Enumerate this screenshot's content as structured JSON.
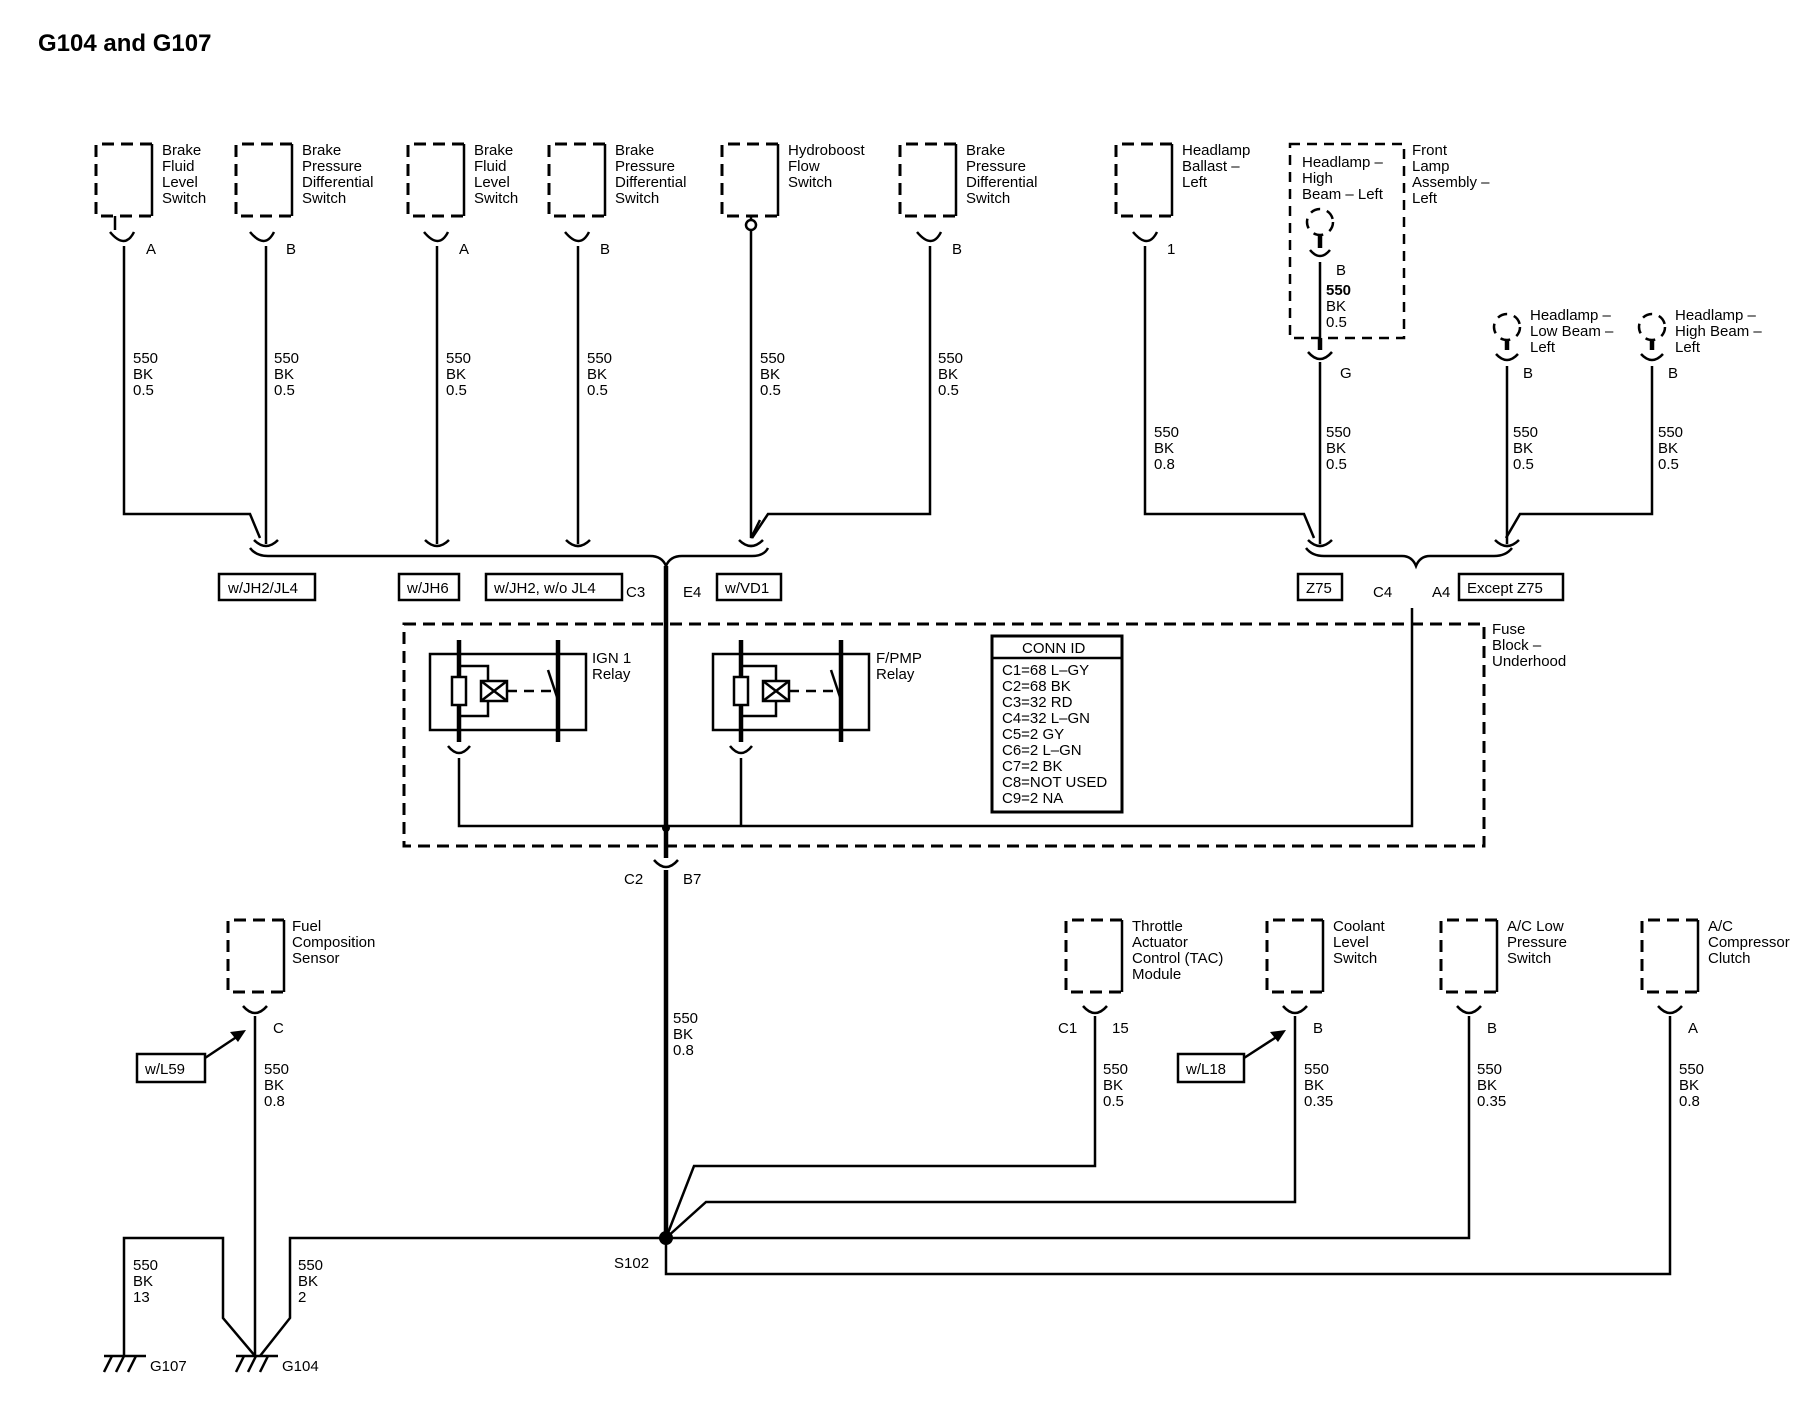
{
  "title": "G104 and G107",
  "components": {
    "brake_fluid_1": {
      "name": [
        "Brake",
        "Fluid",
        "Level",
        "Switch"
      ],
      "pin": "A",
      "wire": [
        "550",
        "BK",
        "0.5"
      ]
    },
    "brake_press_1": {
      "name": [
        "Brake",
        "Pressure",
        "Differential",
        "Switch"
      ],
      "pin": "B",
      "wire": [
        "550",
        "BK",
        "0.5"
      ]
    },
    "brake_fluid_2": {
      "name": [
        "Brake",
        "Fluid",
        "Level",
        "Switch"
      ],
      "pin": "A",
      "wire": [
        "550",
        "BK",
        "0.5"
      ]
    },
    "brake_press_2": {
      "name": [
        "Brake",
        "Pressure",
        "Differential",
        "Switch"
      ],
      "pin": "B",
      "wire": [
        "550",
        "BK",
        "0.5"
      ]
    },
    "hydroboost": {
      "name": [
        "Hydroboost",
        "Flow",
        "Switch"
      ],
      "wire": [
        "550",
        "BK",
        "0.5"
      ]
    },
    "brake_press_3": {
      "name": [
        "Brake",
        "Pressure",
        "Differential",
        "Switch"
      ],
      "pin": "B",
      "wire": [
        "550",
        "BK",
        "0.5"
      ]
    },
    "headlamp_ballast": {
      "name": [
        "Headlamp",
        "Ballast –",
        "Left"
      ],
      "pin": "1",
      "wire": [
        "550",
        "BK",
        "0.8"
      ]
    },
    "front_lamp": {
      "name": [
        "Front",
        "Lamp",
        "Assembly –",
        "Left"
      ],
      "inner_name": [
        "Headlamp –",
        "High",
        "Beam – Left"
      ],
      "inner_pin": "B",
      "inner_wire": [
        "550",
        "BK",
        "0.5"
      ],
      "pin": "G",
      "wire": [
        "550",
        "BK",
        "0.5"
      ]
    },
    "headlamp_low": {
      "name": [
        "Headlamp –",
        "Low Beam –",
        "Left"
      ],
      "pin": "B",
      "wire": [
        "550",
        "BK",
        "0.5"
      ]
    },
    "headlamp_high": {
      "name": [
        "Headlamp –",
        "High Beam –",
        "Left"
      ],
      "pin": "B",
      "wire": [
        "550",
        "BK",
        "0.5"
      ]
    },
    "fuel_comp": {
      "name": [
        "Fuel",
        "Composition",
        "Sensor"
      ],
      "pin": "C",
      "wire": [
        "550",
        "BK",
        "0.8"
      ],
      "option": "w/L59"
    },
    "tac": {
      "name": [
        "Throttle",
        "Actuator",
        "Control (TAC)",
        "Module"
      ],
      "connector": "C1",
      "pin": "15",
      "wire": [
        "550",
        "BK",
        "0.5"
      ]
    },
    "coolant": {
      "name": [
        "Coolant",
        "Level",
        "Switch"
      ],
      "pin": "B",
      "wire": [
        "550",
        "BK",
        "0.35"
      ],
      "option": "w/L18"
    },
    "ac_low": {
      "name": [
        "A/C Low",
        "Pressure",
        "Switch"
      ],
      "pin": "B",
      "wire": [
        "550",
        "BK",
        "0.35"
      ]
    },
    "ac_comp": {
      "name": [
        "A/C",
        "Compressor",
        "Clutch"
      ],
      "pin": "A",
      "wire": [
        "550",
        "BK",
        "0.8"
      ]
    }
  },
  "options": {
    "jh2jl4": "w/JH2/JL4",
    "jh6": "w/JH6",
    "jh2_wo_jl4": "w/JH2, w/o JL4",
    "vd1": "w/VD1",
    "z75": "Z75",
    "except_z75": "Except Z75"
  },
  "connectors": {
    "c3": "C3",
    "e4": "E4",
    "c4": "C4",
    "a4": "A4",
    "c2": "C2",
    "b7": "B7"
  },
  "fuse_block": {
    "name": [
      "Fuse",
      "Block –",
      "Underhood"
    ],
    "relay1": [
      "IGN 1",
      "Relay"
    ],
    "relay2": [
      "F/PMP",
      "Relay"
    ],
    "conn_id_title": "CONN ID",
    "conn_id": [
      "C1=68 L–GY",
      "C2=68 BK",
      "C3=32 RD",
      "C4=32 L–GN",
      "C5=2 GY",
      "C6=2 L–GN",
      "C7=2 BK",
      "C8=NOT USED",
      "C9=2 NA"
    ]
  },
  "main_wire": [
    "550",
    "BK",
    "0.8"
  ],
  "splice": "S102",
  "grounds": {
    "g107": {
      "name": "G107",
      "wire": [
        "550",
        "BK",
        "13"
      ]
    },
    "g104": {
      "name": "G104",
      "wire": [
        "550",
        "BK",
        "2"
      ]
    }
  }
}
